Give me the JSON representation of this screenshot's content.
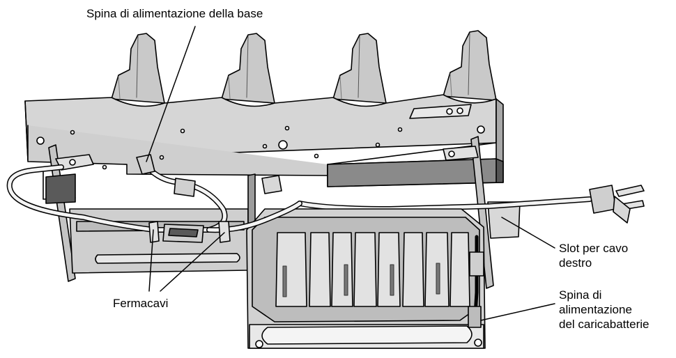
{
  "callouts": {
    "base_power_plug": "Spina di alimentazione della base",
    "right_cable_slot": [
      "Slot per cavo",
      "destro"
    ],
    "charger_power_plug": [
      "Spina di",
      "alimentazione",
      "del caricabatterie"
    ],
    "cable_ties": "Fermacavi"
  },
  "colors": {
    "device_fill": "#d3d3d3",
    "device_dark": "#9a9a9a",
    "device_shadow": "#6e6e6e",
    "outline": "#000000",
    "background": "#ffffff"
  }
}
